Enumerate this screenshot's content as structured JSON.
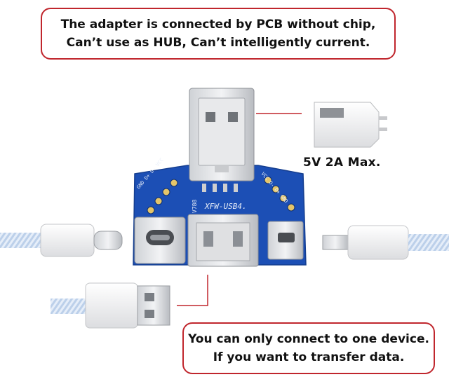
{
  "callouts": {
    "top": {
      "line1": "The adapter is connected by PCB without chip,",
      "line2": "Can’t use as HUB, Can’t intelligently current."
    },
    "bottom": {
      "line1": "You can only connect to one device.",
      "line2": "If you want to transfer data."
    }
  },
  "charger_spec": "5V 2A Max.",
  "pcb": {
    "model_label": "XFW-USB4.",
    "version_label": "V788",
    "left_pins": "GND D+ D- VCC",
    "right_pins": "VCC D- D+ GND"
  },
  "colors": {
    "callout_border": "#c0262d",
    "pcb": "#1c4fb5",
    "leader_line": "#c0262d"
  }
}
